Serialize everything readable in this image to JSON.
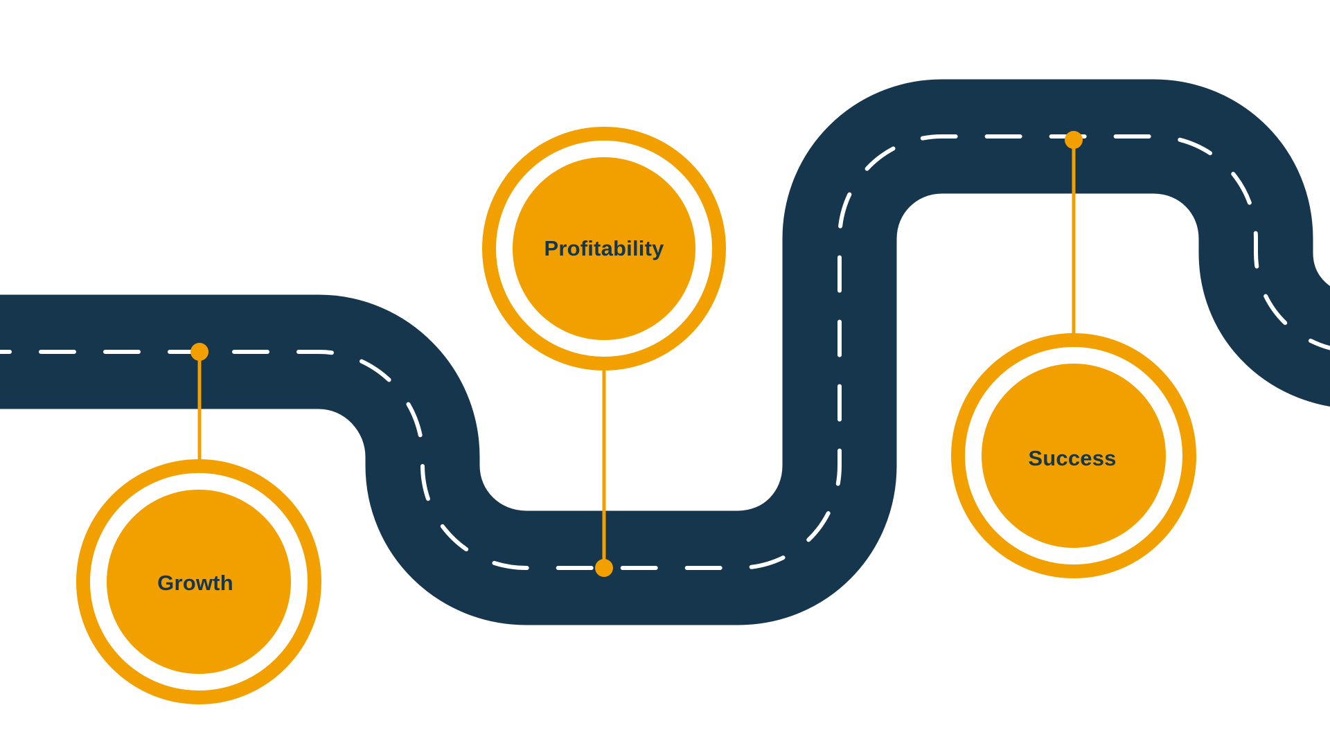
{
  "diagram": {
    "type": "roadmap",
    "colors": {
      "background": "#FFFFFF",
      "road": "#15364D",
      "lane_marking": "#FFFFFF",
      "accent": "#F2A000",
      "label_text": "#15364D"
    },
    "milestones": [
      {
        "id": "growth",
        "label": "Growth",
        "position": "below-road",
        "order": 1
      },
      {
        "id": "profitability",
        "label": "Profitability",
        "position": "above-road",
        "order": 2
      },
      {
        "id": "success",
        "label": "Success",
        "position": "below-road",
        "order": 3
      }
    ]
  }
}
